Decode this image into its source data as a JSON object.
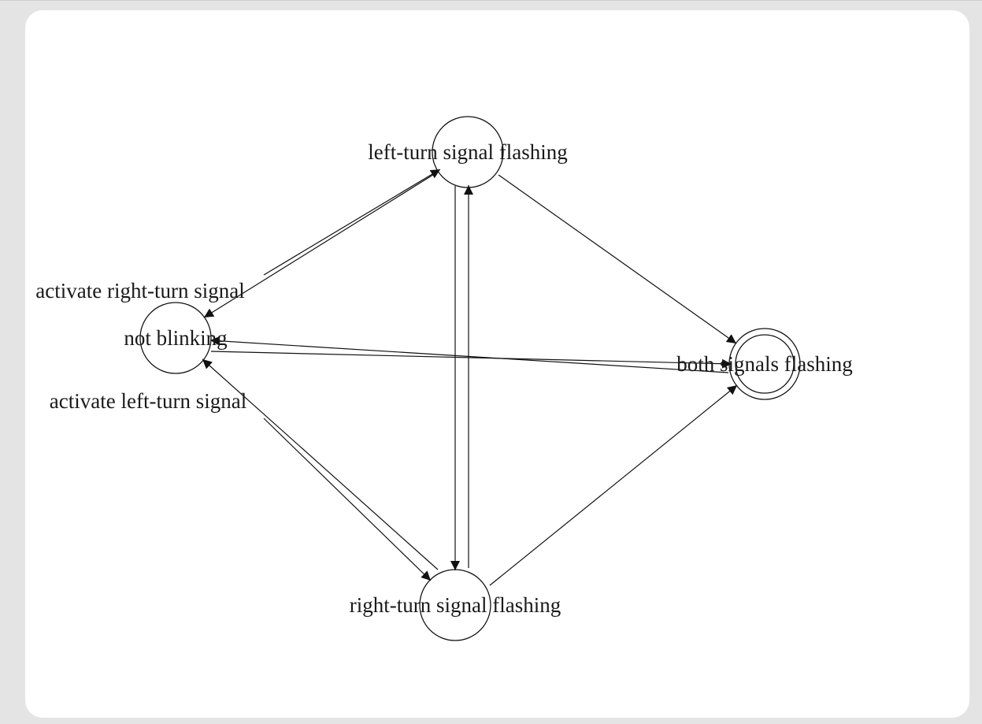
{
  "diagram": {
    "type": "state-machine",
    "states": {
      "left": {
        "label": "left-turn signal flashing"
      },
      "not_blinking": {
        "label": "not blinking"
      },
      "both": {
        "label": "both signals flashing",
        "accepting": true
      },
      "right": {
        "label": "right-turn signal flashing"
      }
    },
    "transition_labels": {
      "activate_right": "activate right-turn signal",
      "activate_left": "activate left-turn signal"
    },
    "transitions": [
      {
        "from": "not_blinking",
        "to": "left"
      },
      {
        "from": "left",
        "to": "not_blinking"
      },
      {
        "from": "not_blinking",
        "to": "right"
      },
      {
        "from": "right",
        "to": "not_blinking"
      },
      {
        "from": "left",
        "to": "right"
      },
      {
        "from": "right",
        "to": "left"
      },
      {
        "from": "left",
        "to": "both"
      },
      {
        "from": "right",
        "to": "both"
      },
      {
        "from": "not_blinking",
        "to": "both"
      },
      {
        "from": "both",
        "to": "not_blinking"
      }
    ]
  }
}
